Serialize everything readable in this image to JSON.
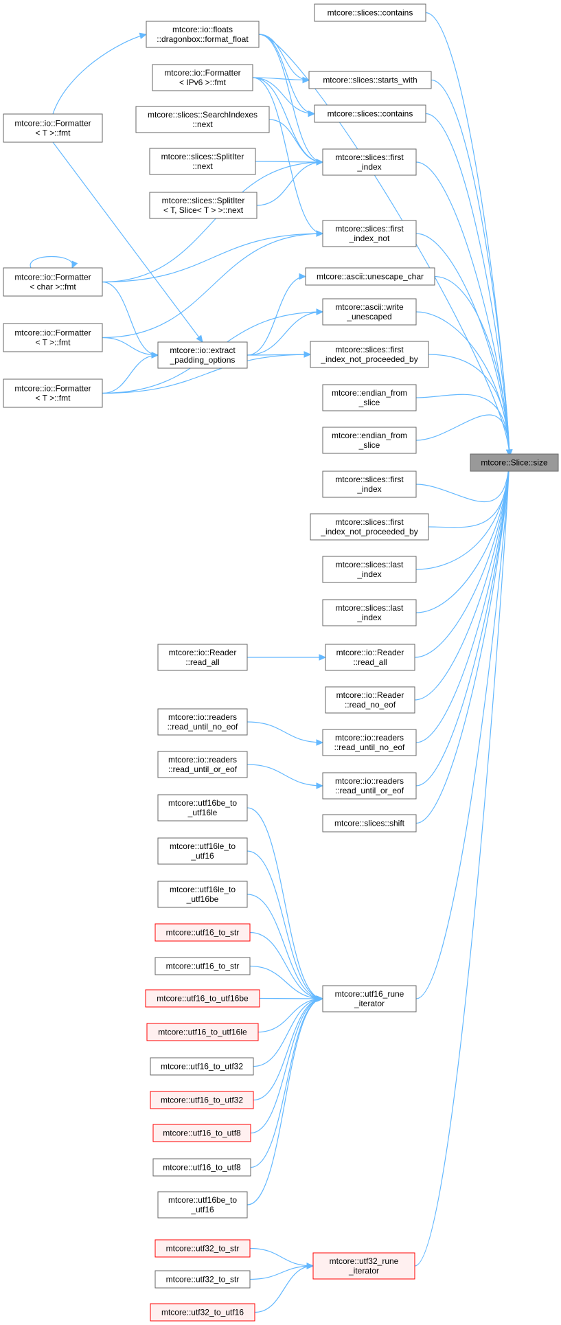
{
  "diagram": {
    "colors": {
      "edge": "#63b8ff",
      "node_border": "#666666",
      "node_fill": "#ffffff",
      "node_text": "#000000",
      "focus_fill": "#999999",
      "focus_border": "#666666",
      "highlight_border": "#ff0000",
      "highlight_fill": "#fff0f0"
    },
    "nodes": [
      {
        "id": "focus",
        "lines": [
          "mtcore::Slice::size"
        ],
        "style": "focus"
      },
      {
        "id": "c_contains1",
        "lines": [
          "mtcore::slices::contains"
        ],
        "style": "normal"
      },
      {
        "id": "c_starts_with",
        "lines": [
          "mtcore::slices::starts_with"
        ],
        "style": "normal"
      },
      {
        "id": "c_contains2",
        "lines": [
          "mtcore::slices::contains"
        ],
        "style": "normal"
      },
      {
        "id": "c_first_index",
        "lines": [
          "mtcore::slices::first",
          "_index"
        ],
        "style": "normal"
      },
      {
        "id": "c_first_index_not",
        "lines": [
          "mtcore::slices::first",
          "_index_not"
        ],
        "style": "normal"
      },
      {
        "id": "c_unescape_char",
        "lines": [
          "mtcore::ascii::unescape_char"
        ],
        "style": "normal"
      },
      {
        "id": "c_write_unescaped",
        "lines": [
          "mtcore::ascii::write",
          "_unescaped"
        ],
        "style": "normal"
      },
      {
        "id": "c_finpb1",
        "lines": [
          "mtcore::slices::first",
          "_index_not_proceeded_by"
        ],
        "style": "normal"
      },
      {
        "id": "c_endian1",
        "lines": [
          "mtcore::endian_from",
          "_slice"
        ],
        "style": "normal"
      },
      {
        "id": "c_endian2",
        "lines": [
          "mtcore::endian_from",
          "_slice"
        ],
        "style": "normal"
      },
      {
        "id": "c_first_index2",
        "lines": [
          "mtcore::slices::first",
          "_index"
        ],
        "style": "normal"
      },
      {
        "id": "c_finpb2",
        "lines": [
          "mtcore::slices::first",
          "_index_not_proceeded_by"
        ],
        "style": "normal"
      },
      {
        "id": "c_last_index1",
        "lines": [
          "mtcore::slices::last",
          "_index"
        ],
        "style": "normal"
      },
      {
        "id": "c_last_index2",
        "lines": [
          "mtcore::slices::last",
          "_index"
        ],
        "style": "normal"
      },
      {
        "id": "c_read_all",
        "lines": [
          "mtcore::io::Reader",
          "::read_all"
        ],
        "style": "normal"
      },
      {
        "id": "c_read_no_eof",
        "lines": [
          "mtcore::io::Reader",
          "::read_no_eof"
        ],
        "style": "normal"
      },
      {
        "id": "c_rune_no_eof",
        "lines": [
          "mtcore::io::readers",
          "::read_until_no_eof"
        ],
        "style": "normal"
      },
      {
        "id": "c_rune_or_eof",
        "lines": [
          "mtcore::io::readers",
          "::read_until_or_eof"
        ],
        "style": "normal"
      },
      {
        "id": "c_shift",
        "lines": [
          "mtcore::slices::shift"
        ],
        "style": "normal"
      },
      {
        "id": "c_utf16_rune",
        "lines": [
          "mtcore::utf16_rune",
          "_iterator"
        ],
        "style": "normal"
      },
      {
        "id": "c_utf32_rune",
        "lines": [
          "mtcore::utf32_rune",
          "_iterator"
        ],
        "style": "highlight"
      },
      {
        "id": "m_format_float",
        "lines": [
          "mtcore::io::floats",
          "::dragonbox::format_float"
        ],
        "style": "normal"
      },
      {
        "id": "m_fmt_ipv6",
        "lines": [
          "mtcore::io::Formatter",
          "< IPv6 >::fmt"
        ],
        "style": "normal"
      },
      {
        "id": "m_search_next",
        "lines": [
          "mtcore::slices::SearchIndexes",
          "::next"
        ],
        "style": "normal"
      },
      {
        "id": "m_split_next",
        "lines": [
          "mtcore::slices::SplitIter",
          "::next"
        ],
        "style": "normal"
      },
      {
        "id": "m_split_slice_next",
        "lines": [
          "mtcore::slices::SplitIter",
          "< T, Slice< T > >::next"
        ],
        "style": "normal"
      },
      {
        "id": "m_extract_padding",
        "lines": [
          "mtcore::io::extract",
          "_padding_options"
        ],
        "style": "normal"
      },
      {
        "id": "m_reader_read_all",
        "lines": [
          "mtcore::io::Reader",
          "::read_all"
        ],
        "style": "normal"
      },
      {
        "id": "m_readers_no_eof",
        "lines": [
          "mtcore::io::readers",
          "::read_until_no_eof"
        ],
        "style": "normal"
      },
      {
        "id": "m_readers_or_eof",
        "lines": [
          "mtcore::io::readers",
          "::read_until_or_eof"
        ],
        "style": "normal"
      },
      {
        "id": "m_utf16be_to_utf16le",
        "lines": [
          "mtcore::utf16be_to",
          "_utf16le"
        ],
        "style": "normal"
      },
      {
        "id": "m_utf16le_to_utf16",
        "lines": [
          "mtcore::utf16le_to",
          "_utf16"
        ],
        "style": "normal"
      },
      {
        "id": "m_utf16le_to_utf16be",
        "lines": [
          "mtcore::utf16le_to",
          "_utf16be"
        ],
        "style": "normal"
      },
      {
        "id": "m_utf16_to_str_r",
        "lines": [
          "mtcore::utf16_to_str"
        ],
        "style": "highlight"
      },
      {
        "id": "m_utf16_to_str",
        "lines": [
          "mtcore::utf16_to_str"
        ],
        "style": "normal"
      },
      {
        "id": "m_utf16_to_utf16be",
        "lines": [
          "mtcore::utf16_to_utf16be"
        ],
        "style": "highlight"
      },
      {
        "id": "m_utf16_to_utf16le",
        "lines": [
          "mtcore::utf16_to_utf16le"
        ],
        "style": "highlight"
      },
      {
        "id": "m_utf16_to_utf32",
        "lines": [
          "mtcore::utf16_to_utf32"
        ],
        "style": "normal"
      },
      {
        "id": "m_utf16_to_utf32_r",
        "lines": [
          "mtcore::utf16_to_utf32"
        ],
        "style": "highlight"
      },
      {
        "id": "m_utf16_to_utf8_r",
        "lines": [
          "mtcore::utf16_to_utf8"
        ],
        "style": "highlight"
      },
      {
        "id": "m_utf16_to_utf8",
        "lines": [
          "mtcore::utf16_to_utf8"
        ],
        "style": "normal"
      },
      {
        "id": "m_utf16be_to_utf16",
        "lines": [
          "mtcore::utf16be_to",
          "_utf16"
        ],
        "style": "normal"
      },
      {
        "id": "m_utf32_to_str_r",
        "lines": [
          "mtcore::utf32_to_str"
        ],
        "style": "highlight"
      },
      {
        "id": "m_utf32_to_str",
        "lines": [
          "mtcore::utf32_to_str"
        ],
        "style": "normal"
      },
      {
        "id": "m_utf32_to_utf16_r",
        "lines": [
          "mtcore::utf32_to_utf16"
        ],
        "style": "highlight"
      },
      {
        "id": "l_fmt_T_top",
        "lines": [
          "mtcore::io::Formatter",
          "< T >::fmt"
        ],
        "style": "normal"
      },
      {
        "id": "l_fmt_char",
        "lines": [
          "mtcore::io::Formatter",
          "< char >::fmt"
        ],
        "style": "normal"
      },
      {
        "id": "l_fmt_T_mid",
        "lines": [
          "mtcore::io::Formatter",
          "< T >::fmt"
        ],
        "style": "normal"
      },
      {
        "id": "l_fmt_T_bot",
        "lines": [
          "mtcore::io::Formatter",
          "< T >::fmt"
        ],
        "style": "normal"
      }
    ],
    "edges": [
      {
        "from": "c_contains1",
        "to": "focus"
      },
      {
        "from": "c_starts_with",
        "to": "focus"
      },
      {
        "from": "c_contains2",
        "to": "focus"
      },
      {
        "from": "c_first_index",
        "to": "focus"
      },
      {
        "from": "c_first_index_not",
        "to": "focus"
      },
      {
        "from": "c_unescape_char",
        "to": "focus"
      },
      {
        "from": "c_write_unescaped",
        "to": "focus"
      },
      {
        "from": "c_finpb1",
        "to": "focus"
      },
      {
        "from": "c_endian1",
        "to": "focus"
      },
      {
        "from": "c_endian2",
        "to": "focus"
      },
      {
        "from": "c_first_index2",
        "to": "focus"
      },
      {
        "from": "c_finpb2",
        "to": "focus"
      },
      {
        "from": "c_last_index1",
        "to": "focus"
      },
      {
        "from": "c_last_index2",
        "to": "focus"
      },
      {
        "from": "c_read_all",
        "to": "focus"
      },
      {
        "from": "c_read_no_eof",
        "to": "focus"
      },
      {
        "from": "c_rune_no_eof",
        "to": "focus"
      },
      {
        "from": "c_rune_or_eof",
        "to": "focus"
      },
      {
        "from": "c_shift",
        "to": "focus"
      },
      {
        "from": "c_utf16_rune",
        "to": "focus"
      },
      {
        "from": "c_utf32_rune",
        "to": "focus"
      },
      {
        "from": "m_format_float",
        "to": "focus"
      },
      {
        "from": "m_format_float",
        "to": "c_starts_with"
      },
      {
        "from": "m_format_float",
        "to": "c_contains2"
      },
      {
        "from": "m_format_float",
        "to": "c_first_index"
      },
      {
        "from": "m_fmt_ipv6",
        "to": "c_starts_with"
      },
      {
        "from": "m_fmt_ipv6",
        "to": "c_contains2"
      },
      {
        "from": "m_fmt_ipv6",
        "to": "c_first_index"
      },
      {
        "from": "m_fmt_ipv6",
        "to": "c_first_index_not"
      },
      {
        "from": "m_search_next",
        "to": "c_first_index"
      },
      {
        "from": "m_split_next",
        "to": "c_first_index"
      },
      {
        "from": "m_split_slice_next",
        "to": "c_first_index"
      },
      {
        "from": "l_fmt_T_top",
        "to": "m_format_float"
      },
      {
        "from": "l_fmt_char",
        "to": "l_fmt_char"
      },
      {
        "from": "l_fmt_char",
        "to": "c_first_index"
      },
      {
        "from": "l_fmt_char",
        "to": "c_first_index_not"
      },
      {
        "from": "l_fmt_char",
        "to": "m_extract_padding"
      },
      {
        "from": "l_fmt_T_top",
        "to": "m_extract_padding"
      },
      {
        "from": "l_fmt_T_mid",
        "to": "c_first_index_not"
      },
      {
        "from": "l_fmt_T_mid",
        "to": "m_extract_padding"
      },
      {
        "from": "l_fmt_T_bot",
        "to": "m_extract_padding"
      },
      {
        "from": "l_fmt_T_bot",
        "to": "c_write_unescaped"
      },
      {
        "from": "l_fmt_T_bot",
        "to": "c_finpb1"
      },
      {
        "from": "m_extract_padding",
        "to": "c_unescape_char"
      },
      {
        "from": "m_extract_padding",
        "to": "c_write_unescaped"
      },
      {
        "from": "m_extract_padding",
        "to": "c_finpb1"
      },
      {
        "from": "m_reader_read_all",
        "to": "c_read_all"
      },
      {
        "from": "m_readers_no_eof",
        "to": "c_rune_no_eof"
      },
      {
        "from": "m_readers_or_eof",
        "to": "c_rune_or_eof"
      },
      {
        "from": "m_utf16be_to_utf16le",
        "to": "c_utf16_rune"
      },
      {
        "from": "m_utf16le_to_utf16",
        "to": "c_utf16_rune"
      },
      {
        "from": "m_utf16le_to_utf16be",
        "to": "c_utf16_rune"
      },
      {
        "from": "m_utf16_to_str_r",
        "to": "c_utf16_rune"
      },
      {
        "from": "m_utf16_to_str",
        "to": "c_utf16_rune"
      },
      {
        "from": "m_utf16_to_utf16be",
        "to": "c_utf16_rune"
      },
      {
        "from": "m_utf16_to_utf16le",
        "to": "c_utf16_rune"
      },
      {
        "from": "m_utf16_to_utf32",
        "to": "c_utf16_rune"
      },
      {
        "from": "m_utf16_to_utf32_r",
        "to": "c_utf16_rune"
      },
      {
        "from": "m_utf16_to_utf8_r",
        "to": "c_utf16_rune"
      },
      {
        "from": "m_utf16_to_utf8",
        "to": "c_utf16_rune"
      },
      {
        "from": "m_utf16be_to_utf16",
        "to": "c_utf16_rune"
      },
      {
        "from": "m_utf32_to_str_r",
        "to": "c_utf32_rune"
      },
      {
        "from": "m_utf32_to_str",
        "to": "c_utf32_rune"
      },
      {
        "from": "m_utf32_to_utf16_r",
        "to": "c_utf32_rune"
      }
    ]
  }
}
